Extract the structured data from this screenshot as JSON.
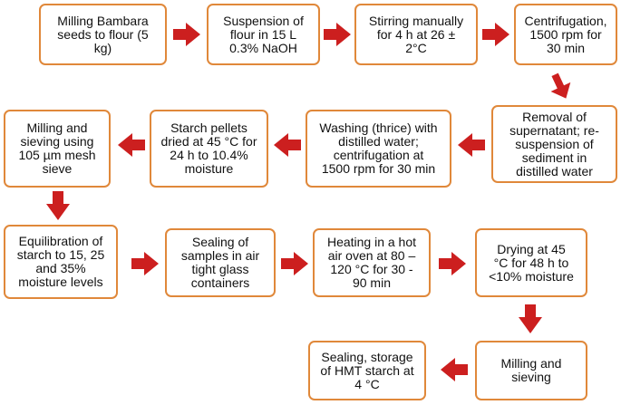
{
  "colors": {
    "border": "#e0883a",
    "arrow": "#cc1f1f",
    "text": "#111111",
    "background": "#ffffff"
  },
  "steps": [
    {
      "id": "s1",
      "text": "Milling Bambara\nseeds to flour (5\nkg)"
    },
    {
      "id": "s2",
      "text": "Suspension of\nflour in 15 L\n0.3% NaOH"
    },
    {
      "id": "s3",
      "text": "Stirring manually\nfor 4 h at 26 ±\n2°C"
    },
    {
      "id": "s4",
      "text": "Centrifugation,\n1500 rpm for\n30 min"
    },
    {
      "id": "s5",
      "text": "Removal of\nsupernatant; re-\nsuspension of\nsediment in\ndistilled water"
    },
    {
      "id": "s6",
      "text": "Washing (thrice) with\ndistilled water;\ncentrifugation at\n1500 rpm for 30 min"
    },
    {
      "id": "s7",
      "text": "Starch pellets\ndried at 45 °C for\n24 h to 10.4%\nmoisture"
    },
    {
      "id": "s8",
      "text": "Milling and\nsieving using\n105 µm  mesh\nsieve"
    },
    {
      "id": "s9",
      "text": "Equilibration of\nstarch to 15, 25\nand 35%\nmoisture levels"
    },
    {
      "id": "s10",
      "text": "Sealing of\nsamples in air\ntight glass\ncontainers"
    },
    {
      "id": "s11",
      "text": "Heating in a hot\nair oven at 80 –\n120 °C for 30 -\n90 min"
    },
    {
      "id": "s12",
      "text": "Drying at 45\n°C for 48 h to\n<10% moisture"
    },
    {
      "id": "s13",
      "text": "Milling and\nsieving"
    },
    {
      "id": "s14",
      "text": "Sealing, storage\nof HMT starch at\n4 °C"
    }
  ]
}
